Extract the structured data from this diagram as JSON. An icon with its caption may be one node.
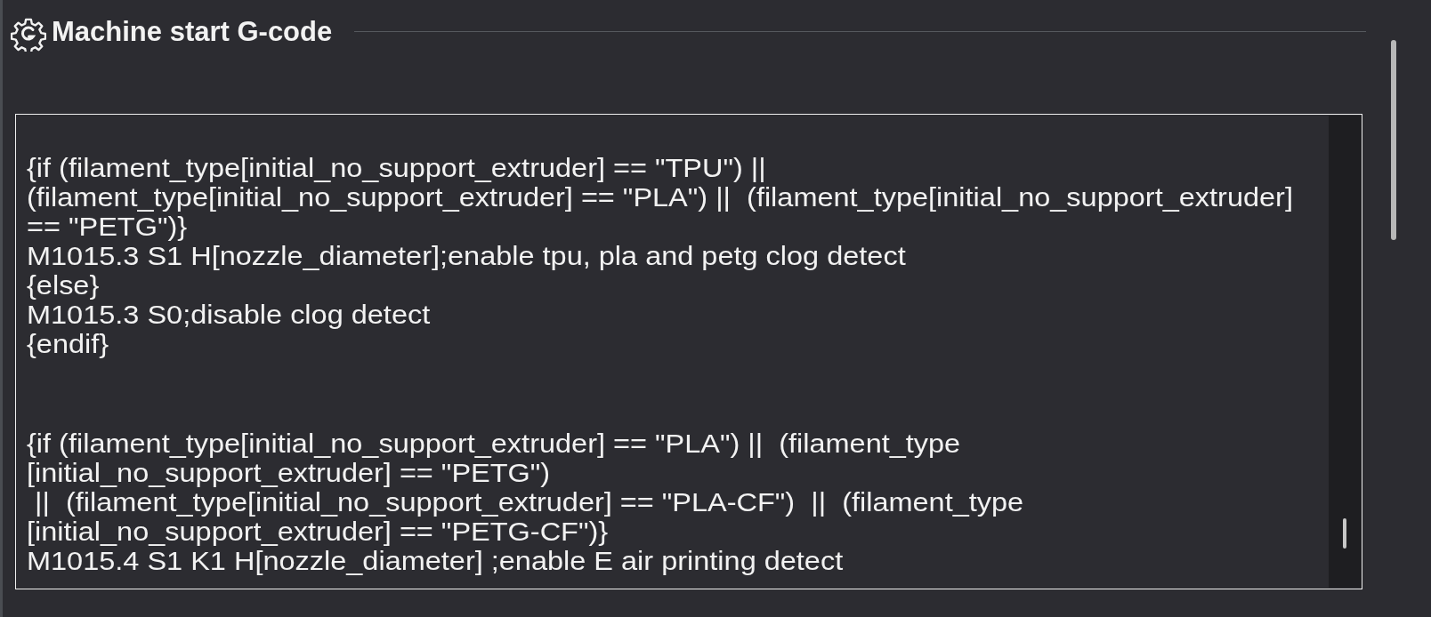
{
  "diagram": {
    "title": "Machine start G-code",
    "labels": [
      "{if (filament_type[initial_no_support_extruder] == \"TPU\") ||",
      "(filament_type[initial_no_support_extruder] == \"PLA\") ||  (filament_type[initial_no_support_extruder]",
      "== \"PETG\")}",
      "M1015.3 S1 H[nozzle_diameter];enable tpu, pla and petg clog detect",
      "{else}",
      "M1015.3 S0;disable clog detect",
      "{endif}",
      "{if (filament_type[initial_no_support_extruder] == \"PLA\") ||  (filament_type",
      "[initial_no_support_extruder] == \"PETG\")",
      " ||  (filament_type[initial_no_support_extruder] == \"PLA-CF\")  ||  (filament_type",
      "[initial_no_support_extruder] == \"PETG-CF\")}",
      "M1015.4 S1 K1 H[nozzle_diameter] ;enable E air printing detect"
    ]
  }
}
